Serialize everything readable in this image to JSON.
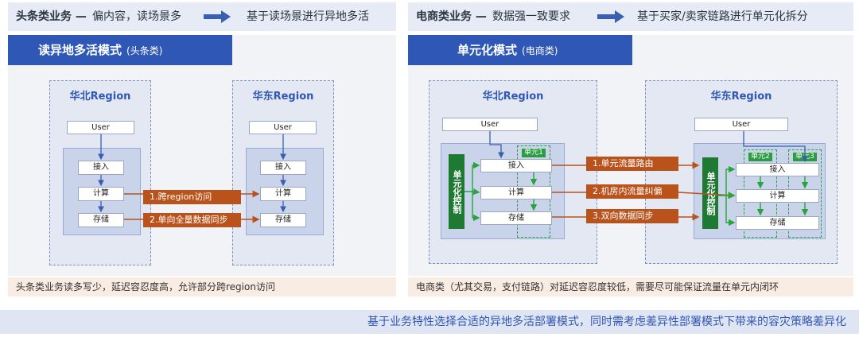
{
  "left": {
    "header_bold": "头条类业务 —",
    "header_rest": "偏内容，读场景多",
    "header_right": "基于读场景进行异地多活",
    "title": "读异地多活模式",
    "title_small": "(头条类)",
    "region_a": "华北Region",
    "region_b": "华东Region",
    "user": "User",
    "layers": [
      "接入",
      "计算",
      "存储"
    ],
    "links": [
      "1.跨region访问",
      "2.单向全量数据同步"
    ],
    "note": "头条类业务读多写少，延迟容忍度高，允许部分跨region访问"
  },
  "right": {
    "header_bold": "电商类业务 —",
    "header_rest": "数据强一致要求",
    "header_right": "基于买家/卖家链路进行单元化拆分",
    "title": "单元化模式",
    "title_small": "(电商类)",
    "region_a": "华北Region",
    "region_b": "华东Region",
    "user": "User",
    "control": "单元化控制",
    "cells": [
      "单元1",
      "单元2",
      "单元3"
    ],
    "layers": [
      "接入",
      "计算",
      "存储"
    ],
    "links": [
      "1.单元流量路由",
      "2.机房内流量纠偏",
      "3.双向数据同步"
    ],
    "note": "电商类（尤其交易，支付链路）对延迟容忍度较低，需要尽可能保证流量在单元内闭环"
  },
  "footer": "基于业务特性选择合适的异地多活部署模式，同时需考虑差异性部署模式下带来的容灾策略差异化",
  "colors": {
    "accent": "#2f57b5",
    "link": "#b9531b",
    "control": "#1e7a33"
  }
}
